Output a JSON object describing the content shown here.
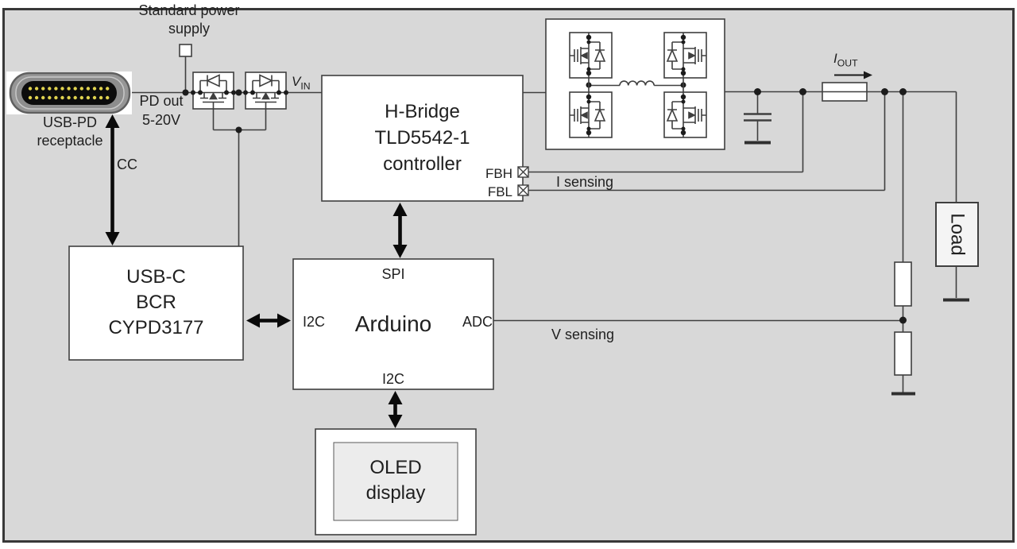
{
  "colors": {
    "background": "#d8d8d8",
    "border": "#383838",
    "line": "#3f3f3f",
    "box_fill": "#ffffff",
    "oled_screen_fill": "#ececec",
    "pin_gold": "#e0d34f",
    "arrow": "#0a0a0a"
  },
  "labels": {
    "power_supply": "Standard power\nsupply",
    "pd_out": "PD out\n5-20V",
    "usb_receptacle": "USB-PD\nreceptacle",
    "cc": "CC",
    "i_sensing": "I sensing",
    "v_sensing": "V sensing"
  },
  "vin": {
    "sym": "V",
    "sub": "IN"
  },
  "iout": {
    "sym": "I",
    "sub": "OUT"
  },
  "controller": {
    "title": "H-Bridge\nTLD5542-1\ncontroller",
    "fbh": "FBH",
    "fbl": "FBL"
  },
  "arduino": {
    "name": "Arduino",
    "spi": "SPI",
    "i2c_left": "I2C",
    "i2c_bottom": "I2C",
    "adc": "ADC"
  },
  "bcr": {
    "title": "USB-C\nBCR\nCYPD3177"
  },
  "oled": {
    "title": "OLED\ndisplay"
  },
  "load": {
    "title": "Load"
  }
}
